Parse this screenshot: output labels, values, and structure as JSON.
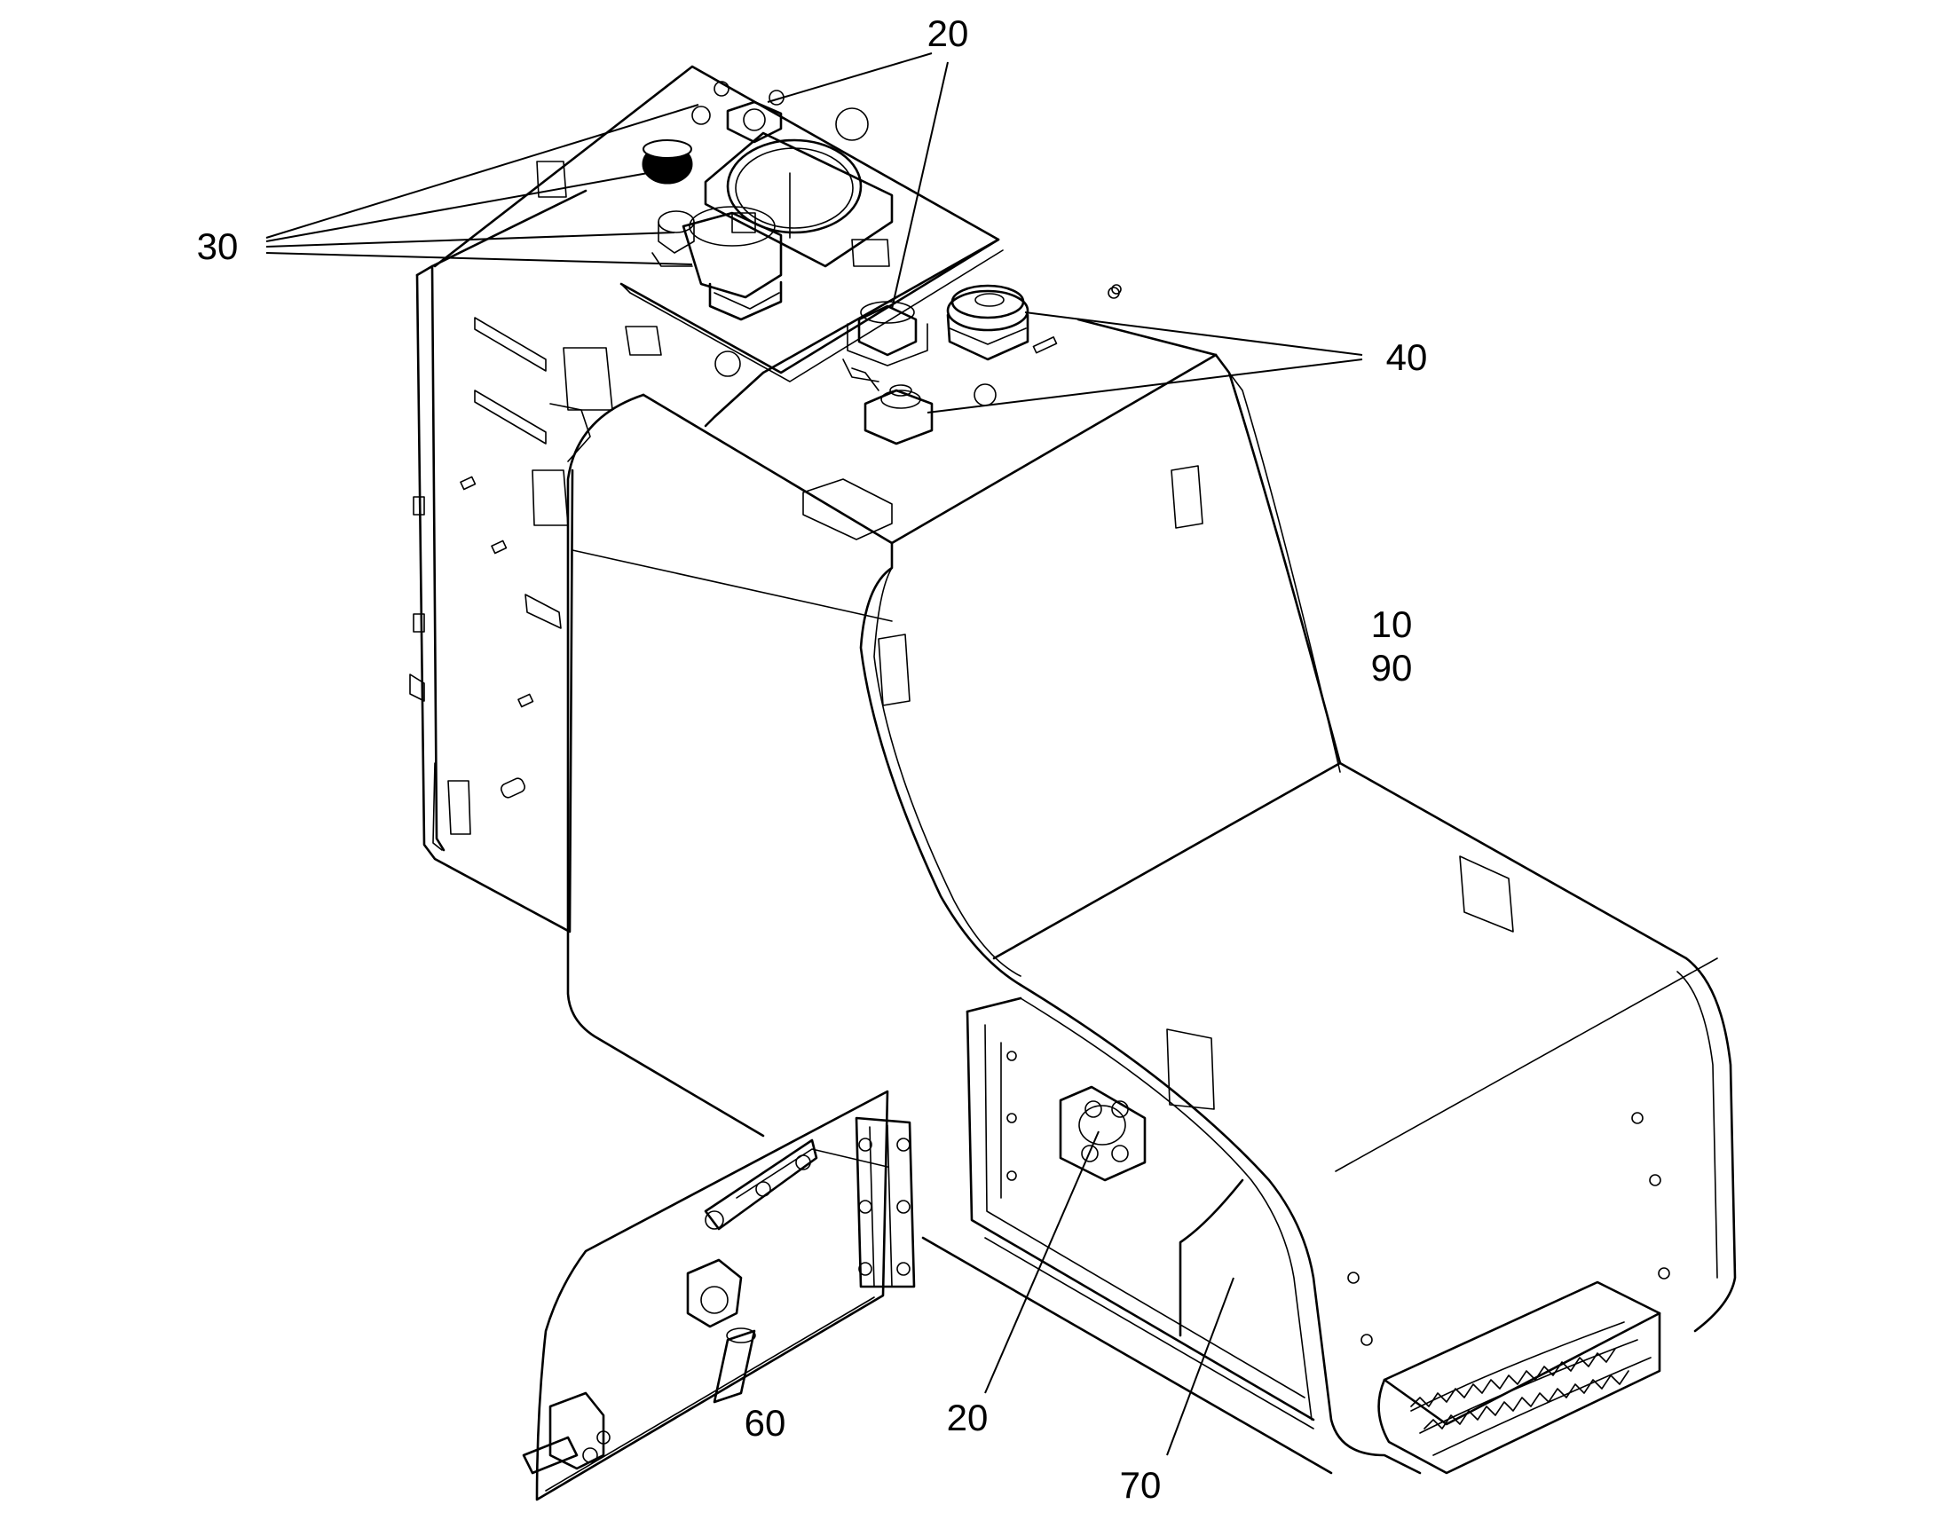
{
  "callouts": {
    "c20_top": "20",
    "c30": "30",
    "c40": "40",
    "c10": "10",
    "c90": "90",
    "c60": "60",
    "c20_bottom": "20",
    "c70": "70"
  }
}
